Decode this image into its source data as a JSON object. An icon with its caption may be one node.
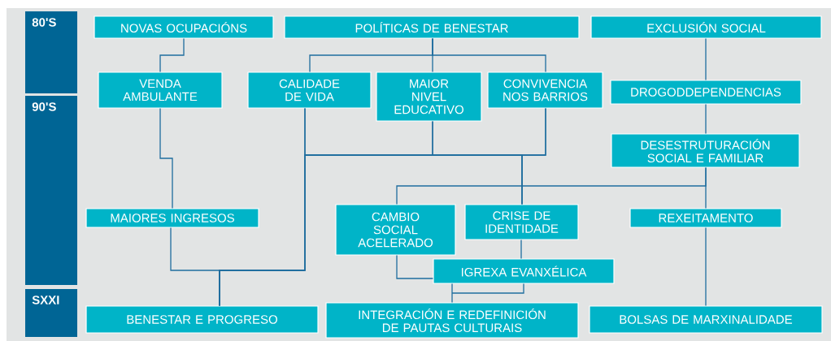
{
  "diagram": {
    "nodes": [
      {
        "text": [
          "80'S"
        ]
      },
      {
        "text": [
          "90'S"
        ]
      },
      {
        "text": [
          "SXXI"
        ]
      },
      {
        "text": [
          "NOVAS OCUPACIÓNS"
        ]
      },
      {
        "text": [
          "POLÍTICAS DE BENESTAR"
        ]
      },
      {
        "text": [
          "EXCLUSIÓN SOCIAL"
        ]
      },
      {
        "text": [
          "VENDA AMBULANTE"
        ]
      },
      {
        "text": [
          "CALIDADE DE VIDA"
        ]
      },
      {
        "text": [
          "MAIOR NIVEL EDUCATIVO"
        ]
      },
      {
        "text": [
          "CONVIVENCIA NOS BARRIOS"
        ]
      },
      {
        "text": [
          "DROGODDEPENDENCIAS"
        ]
      },
      {
        "text": [
          "DESESTRUTURACIÓN SOCIAL E FAMILIAR"
        ]
      },
      {
        "text": [
          "MAIORES INGRESOS"
        ]
      },
      {
        "text": [
          "CAMBIO SOCIAL ACELERADO"
        ]
      },
      {
        "text": [
          "CRISE DE IDENTIDADE"
        ]
      },
      {
        "text": [
          "REXEITAMENTO"
        ]
      },
      {
        "text": [
          "IGREXA EVANXÉLICA"
        ]
      },
      {
        "text": [
          "BENESTAR E PROGRESO"
        ]
      },
      {
        "text": [
          "INTEGRACIÓN E REDEFINICIÓN DE PAUTAS CULTURAIS"
        ]
      },
      {
        "text": [
          "BOLSAS DE MARXINALIDADE"
        ]
      }
    ],
    "edges": [
      {
        "from": 3,
        "to": 6,
        "arrow": "none"
      },
      {
        "from": 4,
        "to": 7,
        "arrow": "none"
      },
      {
        "from": 4,
        "to": 8,
        "arrow": "none"
      },
      {
        "from": 4,
        "to": 9,
        "arrow": "none"
      },
      {
        "from": 5,
        "to": 10,
        "arrow": "none"
      },
      {
        "from": 10,
        "to": 11,
        "arrow": "none"
      },
      {
        "from": 11,
        "to": 15,
        "arrow": "none"
      },
      {
        "from": 11,
        "to": 13,
        "arrow": "none"
      },
      {
        "from": 6,
        "to": 12,
        "arrow": "none"
      },
      {
        "from": 7,
        "to": 14,
        "arrow": "none"
      },
      {
        "from": 8,
        "to": 14,
        "arrow": "none"
      },
      {
        "from": 9,
        "to": 14,
        "arrow": "none"
      },
      {
        "from": 7,
        "to": 17,
        "arrow": "none"
      },
      {
        "from": 12,
        "to": 17,
        "arrow": "none"
      },
      {
        "from": 13,
        "to": 16,
        "arrow": "none"
      },
      {
        "from": 14,
        "to": 16,
        "arrow": "none"
      },
      {
        "from": 16,
        "to": 18,
        "arrow": "none"
      },
      {
        "from": 15,
        "to": 19,
        "arrow": "none"
      },
      {
        "from": 8,
        "to": 17,
        "arrow": "none"
      },
      {
        "from": 9,
        "to": 17,
        "arrow": "none"
      }
    ]
  }
}
